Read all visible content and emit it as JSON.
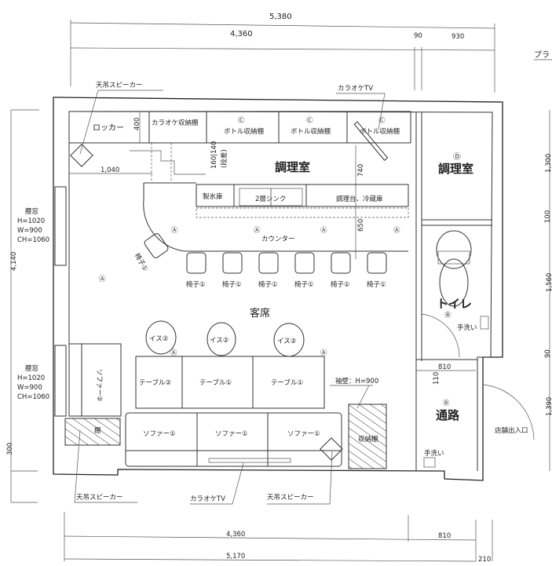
{
  "dimensions": {
    "top_total": "5,380",
    "top_left": "4,360",
    "top_mid": "90",
    "top_right": "930",
    "cut_label": "プラ",
    "right_1": "1,300",
    "right_2": "100",
    "right_3": "1,560",
    "right_4": "90",
    "right_5": "1,390",
    "left_total": "4,140",
    "left_bottom": "300",
    "bottom_left": "4,360",
    "bottom_right": "810",
    "bottom_total": "5,170",
    "bottom_offset": "210",
    "locker_depth": "400",
    "width_1040": "1,040",
    "step": "160|140",
    "step_note": "(段差)",
    "kitchen_740": "740",
    "counter_650": "650",
    "passage_810": "810",
    "passage_110": "110"
  },
  "labels": {
    "ceiling_speaker_top": "天吊スピーカー",
    "karaoke_tv_top": "カラオケTV",
    "locker": "ロッカー",
    "karaoke_storage": "カラオケ収納棚",
    "bottle_shelf": "ボトル収納棚",
    "mark_c": "Ⓒ",
    "mark_a": "Ⓐ",
    "mark_b": "Ⓑ",
    "mark_d": "Ⓓ",
    "kitchen": "調理室",
    "ice_maker": "製氷庫",
    "sink": "2層シンク",
    "prep_fridge": "調理台、冷蔵庫",
    "counter": "カウンター",
    "chair1": "椅子①",
    "window_name": "腰窓",
    "window_h": "H=1020",
    "window_w": "W=900",
    "window_ch": "CH=1060",
    "seating": "客席",
    "stool2": "イス②",
    "toilet": "トイレ",
    "hand_wash": "手洗い",
    "sofa2": "ソファー②",
    "table2": "テーブル②",
    "table1": "テーブル①",
    "wing_wall": "袖壁：H=900",
    "passage": "通路",
    "entrance": "店舗出入口",
    "shelf": "棚",
    "sofa1": "ソファー①",
    "storage": "収納棚",
    "ceiling_speaker_bl": "天吊スピーカー",
    "karaoke_tv_bottom": "カラオケTV",
    "ceiling_speaker_br": "天吊スピーカー"
  }
}
